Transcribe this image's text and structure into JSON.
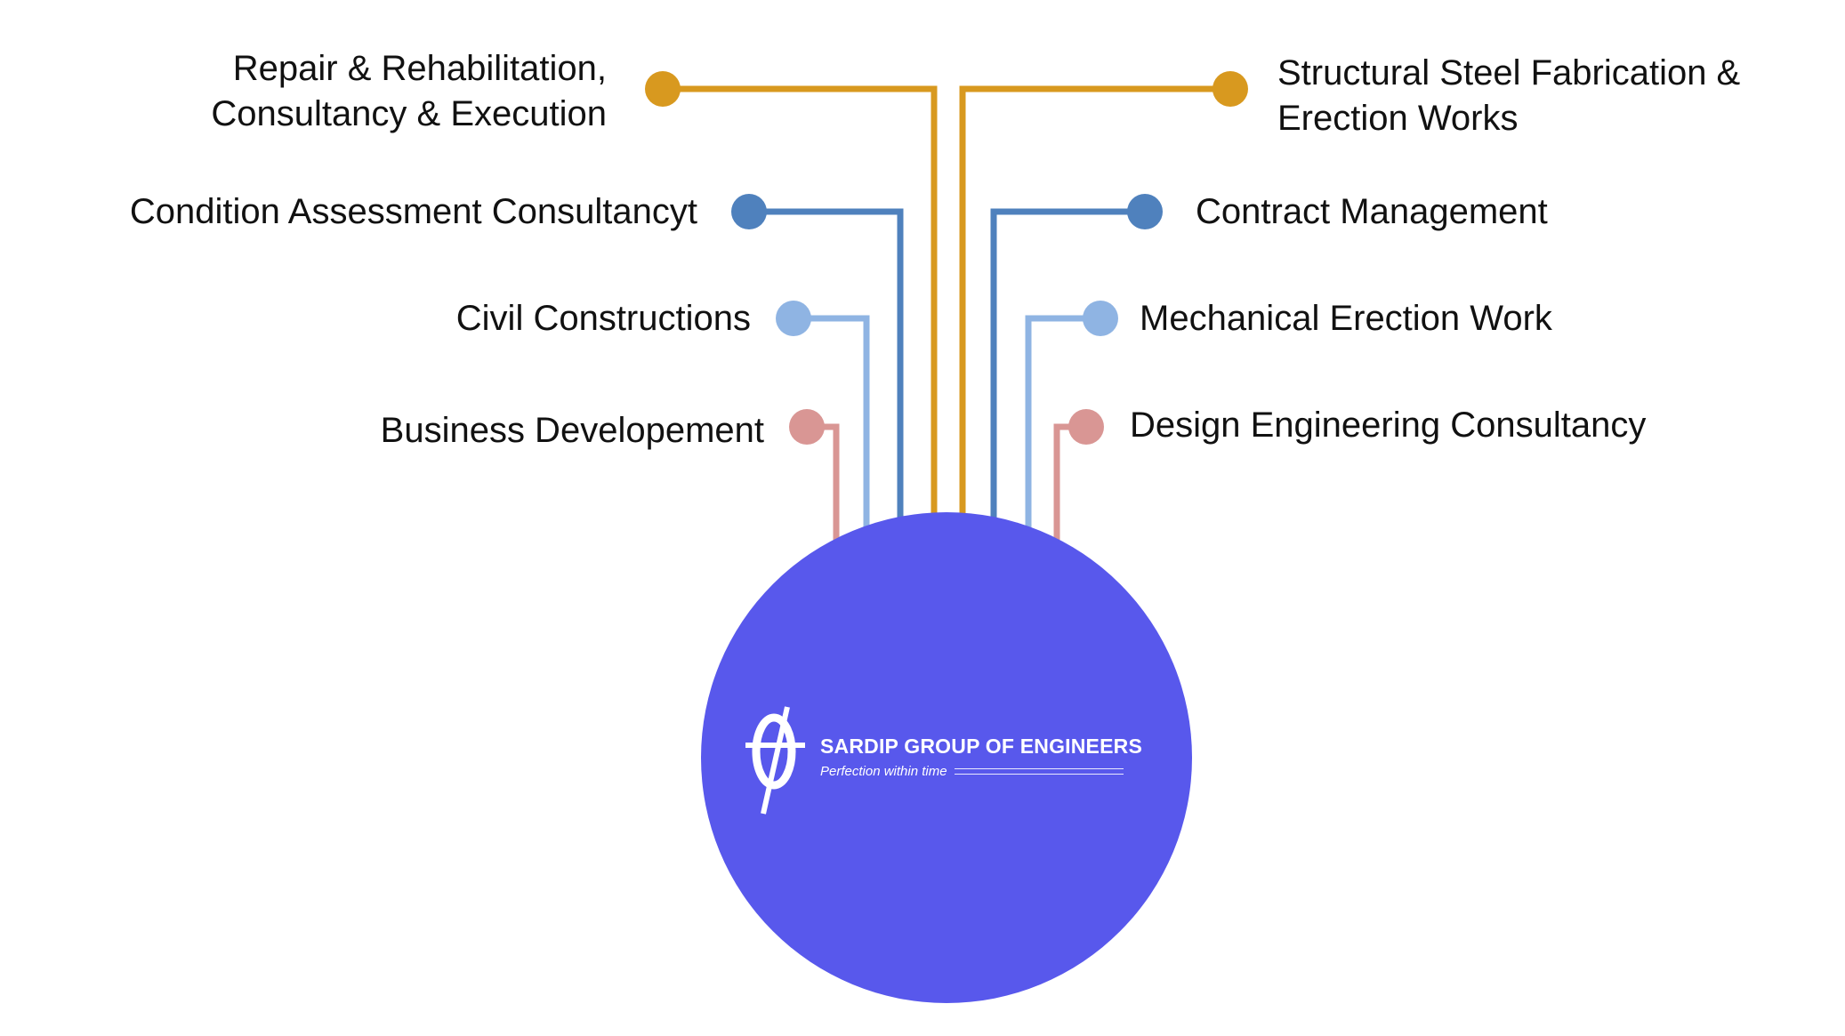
{
  "colors": {
    "gold": "#D8991F",
    "blue": "#4F81BD",
    "light_blue": "#8FB4E3",
    "pink": "#D99694",
    "circle": "#5858EC",
    "text": "#111111"
  },
  "hub": {
    "company_name": "SARDIP GROUP OF ENGINEERS",
    "tagline": "Perfection within time",
    "logo_icon": "sardip-logo-icon"
  },
  "branches": {
    "left": [
      {
        "label_line1": "Repair & Rehabilitation,",
        "label_line2": "Consultancy & Execution",
        "color": "gold"
      },
      {
        "label_line1": "Condition Assessment Consultancyt",
        "label_line2": "",
        "color": "blue"
      },
      {
        "label_line1": "Civil Constructions",
        "label_line2": "",
        "color": "light_blue"
      },
      {
        "label_line1": "Business Developement",
        "label_line2": "",
        "color": "pink"
      }
    ],
    "right": [
      {
        "label_line1": "Structural Steel Fabrication &",
        "label_line2": "Erection Works",
        "color": "gold"
      },
      {
        "label_line1": "Contract Management",
        "label_line2": "",
        "color": "blue"
      },
      {
        "label_line1": "Mechanical Erection Work",
        "label_line2": "",
        "color": "light_blue"
      },
      {
        "label_line1": "Design Engineering Consultancy",
        "label_line2": "",
        "color": "pink"
      }
    ]
  }
}
